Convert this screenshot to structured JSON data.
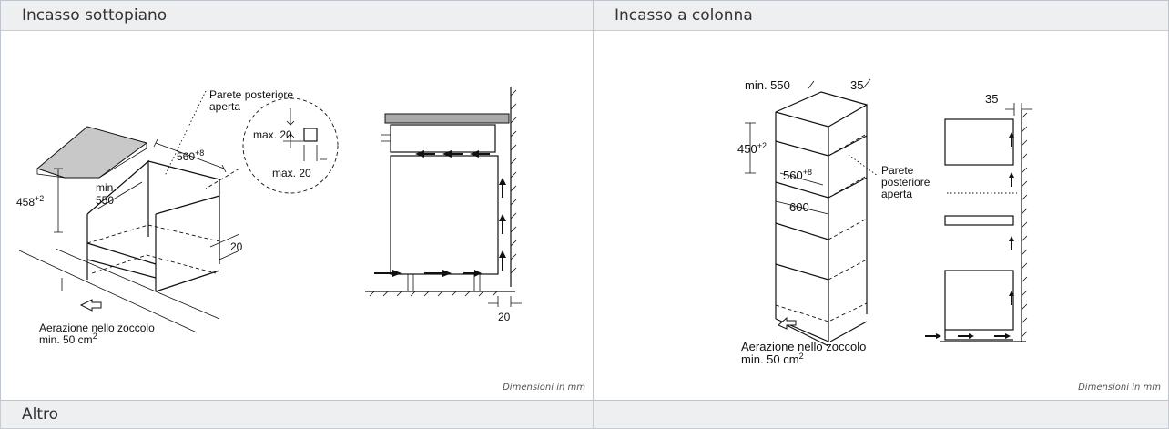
{
  "left_panel": {
    "title": "Incasso sottopiano",
    "units_note": "Dimensioni in mm",
    "labels": {
      "rear_wall_line1": "Parete posteriore",
      "rear_wall_line2": "aperta",
      "max20_top": "max. 20",
      "max20_bottom": "max. 20",
      "width_base": "560",
      "width_sup": "+8",
      "height_base": "458",
      "height_sup": "+2",
      "min_line1": "min.",
      "min_line2": "550",
      "gap20_side": "20",
      "gap20_right": "20",
      "vent_line1": "Aerazione nello zoccolo",
      "vent_line2_base": "min. 50 cm",
      "vent_line2_sup": "2"
    }
  },
  "right_panel": {
    "title": "Incasso a colonna",
    "units_note": "Dimensioni in mm",
    "labels": {
      "min550": "min. 550",
      "dim35_left": "35",
      "dim35_right": "35",
      "height_base": "450",
      "height_sup": "+2",
      "width_base": "560",
      "width_sup": "+8",
      "depth600": "600",
      "rear_line1": "Parete",
      "rear_line2": "posteriore",
      "rear_line3": "aperta",
      "vent_line1": "Aerazione nello zoccolo",
      "vent_line2_base": "min. 50 cm",
      "vent_line2_sup": "2"
    }
  },
  "bottom_left": {
    "title": "Altro"
  },
  "bottom_right": {
    "title": ""
  }
}
